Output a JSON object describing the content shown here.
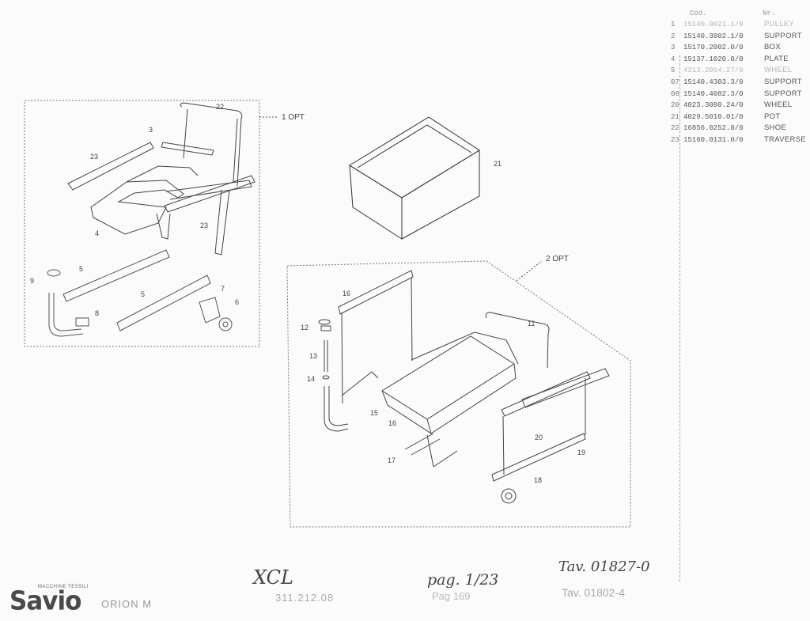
{
  "parts_table": {
    "header_code": "Cod.",
    "header_desc": "Nr.",
    "rows": [
      {
        "no": "1",
        "code": "15140.0021.1/0",
        "desc": "PULLEY",
        "faded": true
      },
      {
        "no": "2",
        "code": "15140.3002.1/0",
        "desc": "SUPPORT",
        "faded": false
      },
      {
        "no": "3",
        "code": "15170.2002.0/0",
        "desc": "BOX",
        "faded": false
      },
      {
        "no": "4",
        "code": "15137.1020.0/0",
        "desc": "PLATE",
        "faded": false
      },
      {
        "no": "5",
        "code": "4313.2064.27/0",
        "desc": "WHEEL",
        "faded": true
      },
      {
        "no": "07",
        "code": "15140.4303.3/0",
        "desc": "SUPPORT",
        "faded": false
      },
      {
        "no": "08",
        "code": "15140.4082.3/0",
        "desc": "SUPPORT",
        "faded": false
      },
      {
        "no": "20",
        "code": "4023.3000.24/0",
        "desc": "WHEEL",
        "faded": false
      },
      {
        "no": "21",
        "code": "4029.5010.01/0",
        "desc": "POT",
        "faded": false
      },
      {
        "no": "22",
        "code": "16856.0252.0/0",
        "desc": "SHOE",
        "faded": false
      },
      {
        "no": "23",
        "code": "15160.0131.0/0",
        "desc": "TRAVERSE",
        "faded": false
      }
    ]
  },
  "callouts": {
    "opt1": "1 OPT",
    "opt2": "2 OPT",
    "n3": "3",
    "n4": "4",
    "n5a": "5",
    "n5b": "5",
    "n6": "6",
    "n7": "7",
    "n8": "8",
    "n9": "9",
    "n11": "11",
    "n12": "12",
    "n13": "13",
    "n14": "14",
    "n15": "15",
    "n16a": "16",
    "n16b": "16",
    "n17": "17",
    "n18": "18",
    "n19": "19",
    "n20": "20",
    "n21": "21",
    "n22": "22",
    "n23a": "23",
    "n23b": "23"
  },
  "footer": {
    "brand": "Savio",
    "brand_tag": "MACCHINE TESSILI",
    "model": "ORION M",
    "hand_code": "XCL",
    "doc_number": "311.212.08",
    "hand_page": "pag. 1/23",
    "page": "Pag 169",
    "hand_tav": "Tav. 01827-0",
    "tav": "Tav. 01802-4"
  }
}
